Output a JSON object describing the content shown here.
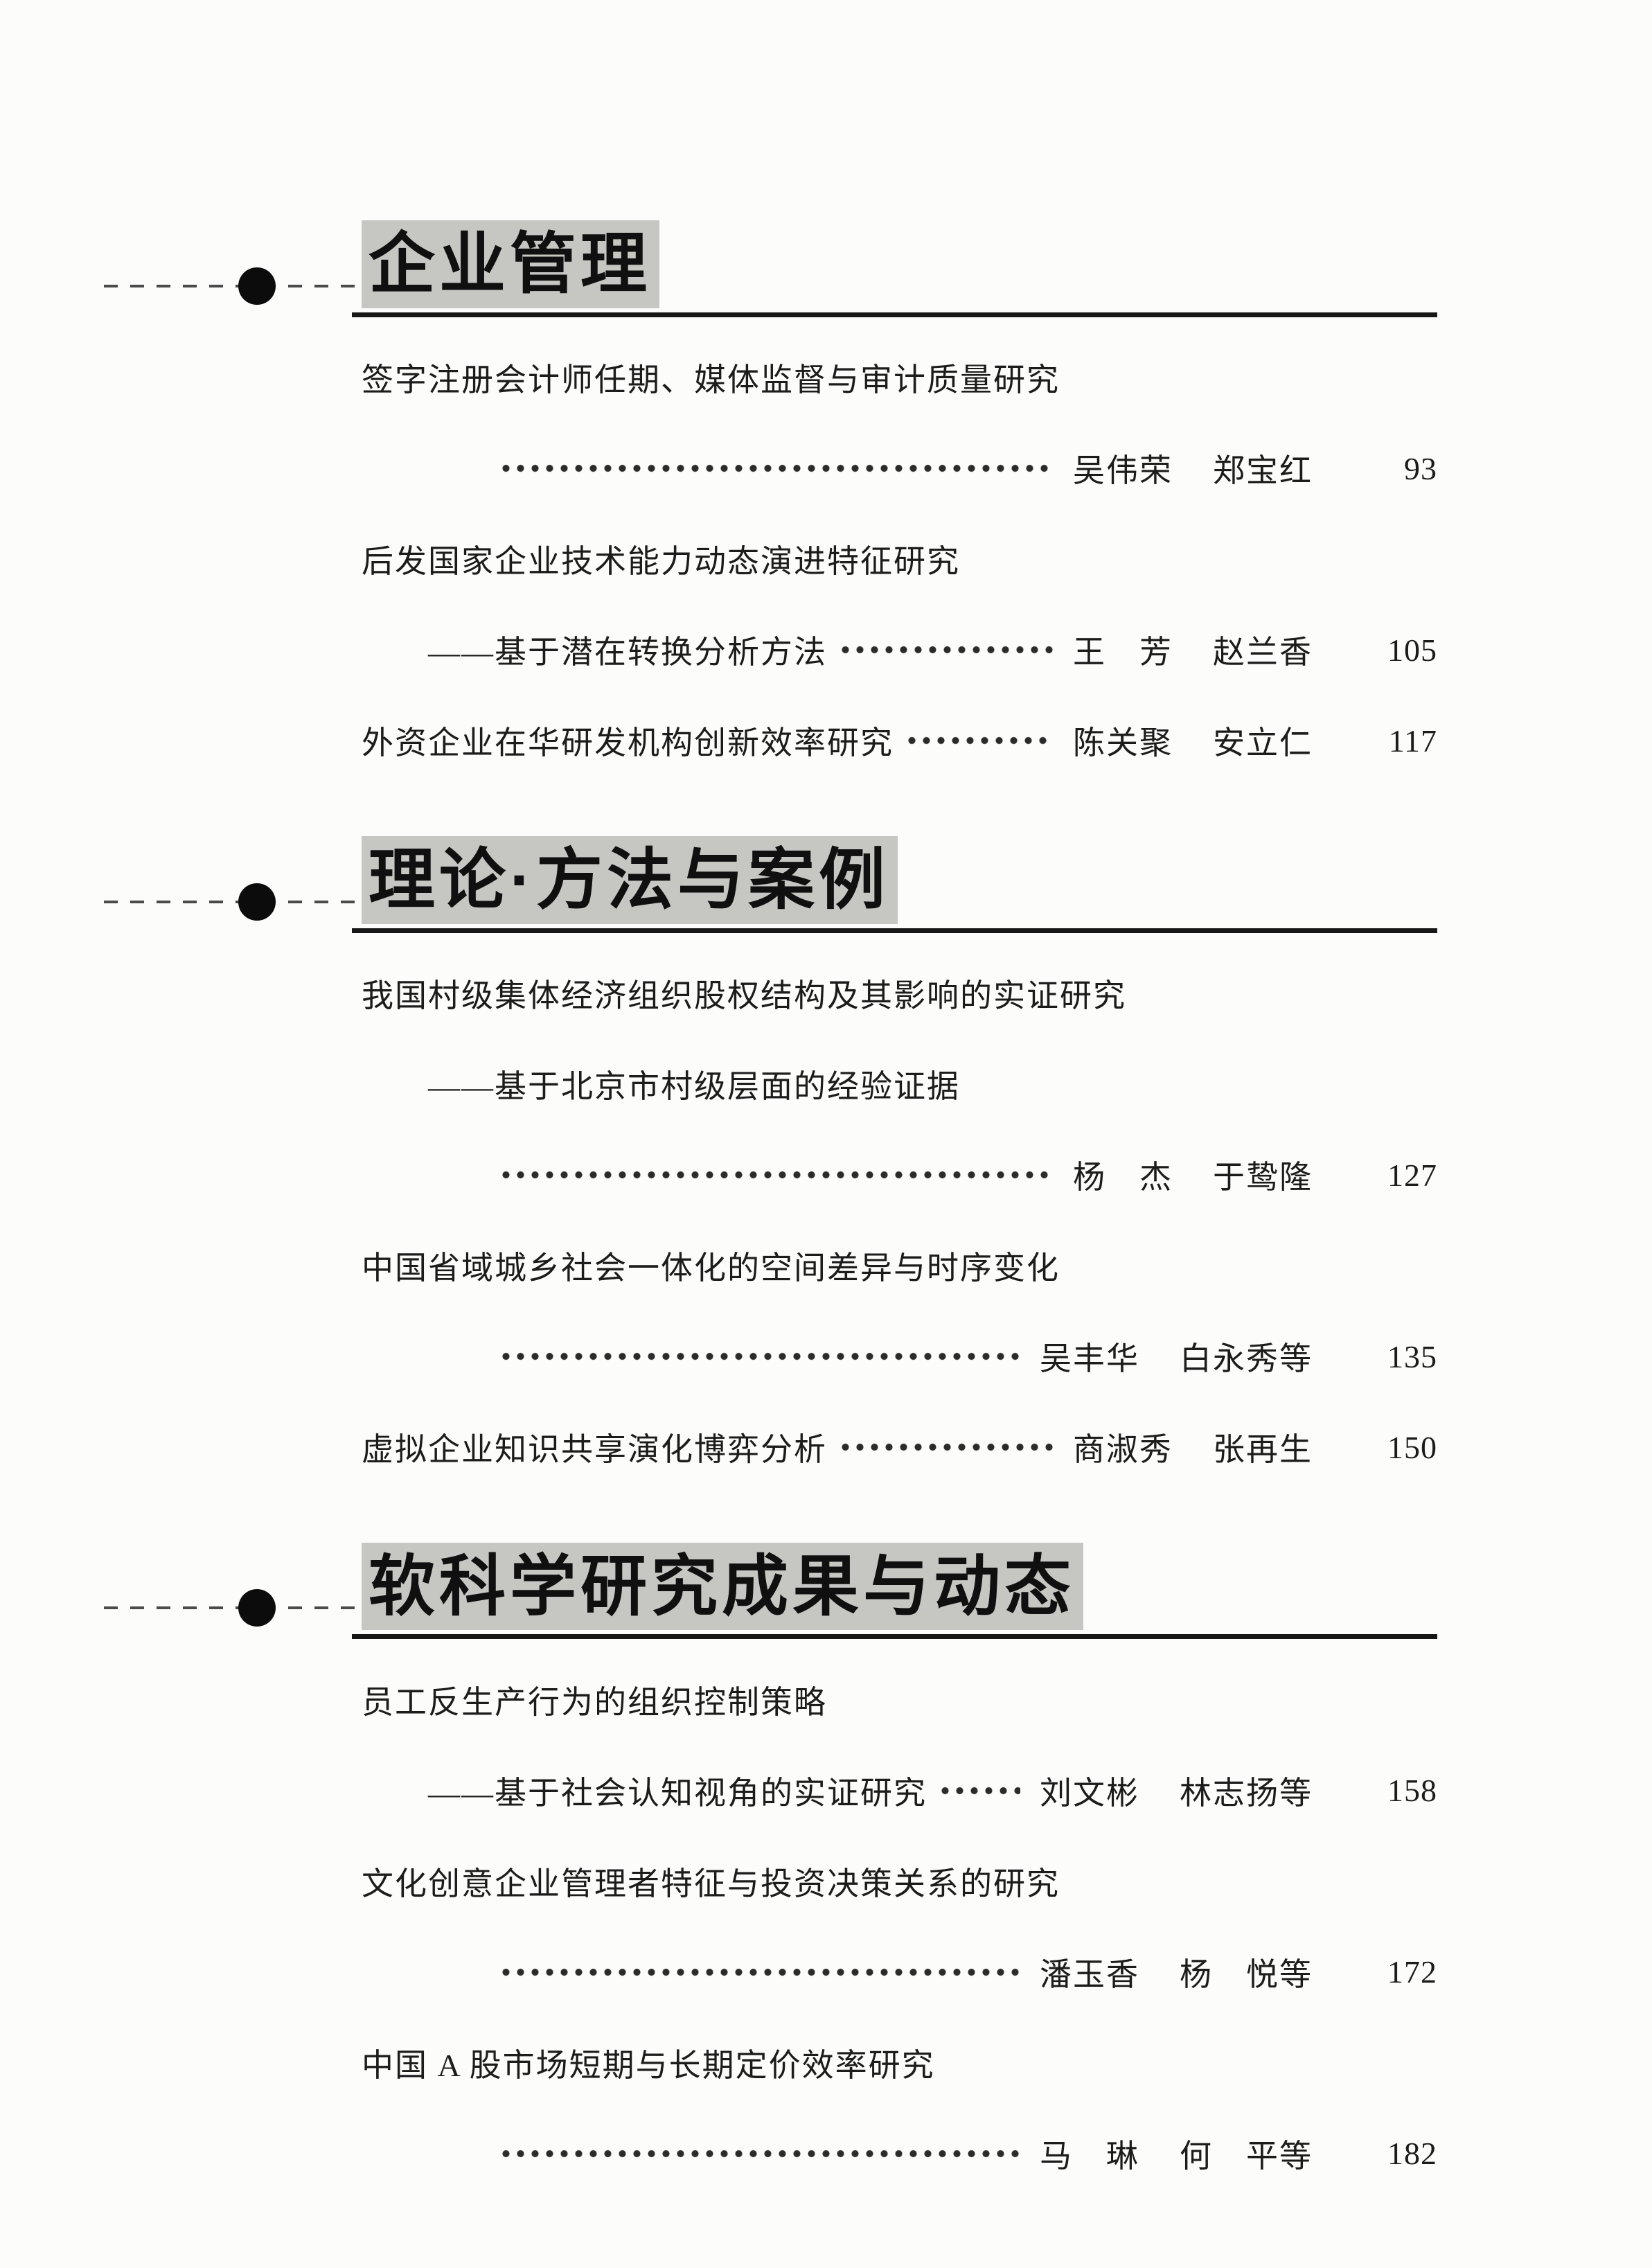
{
  "colors": {
    "page_background": "#fcfcfb",
    "header_highlight": "#c6c6c3",
    "rule": "#171717",
    "text": "#1c1c1c"
  },
  "sections": [
    {
      "title": "企业管理",
      "entries": [
        {
          "lines": [
            {
              "kind": "title",
              "text": "签字注册会计师任期、媒体监督与审计质量研究"
            },
            {
              "kind": "leader",
              "leader": true,
              "authors": [
                "吴伟荣",
                "郑宝红"
              ],
              "page": "93"
            }
          ]
        },
        {
          "lines": [
            {
              "kind": "title",
              "text": "后发国家企业技术能力动态演进特征研究"
            },
            {
              "kind": "subtitle",
              "text": "——基于潜在转换分析方法",
              "leader": true,
              "authors": [
                "王　芳",
                "赵兰香"
              ],
              "page": "105"
            }
          ]
        },
        {
          "lines": [
            {
              "kind": "title",
              "text": "外资企业在华研发机构创新效率研究",
              "leader": true,
              "authors": [
                "陈关聚",
                "安立仁"
              ],
              "page": "117"
            }
          ]
        }
      ]
    },
    {
      "title": "理论·方法与案例",
      "entries": [
        {
          "lines": [
            {
              "kind": "title",
              "text": "我国村级集体经济组织股权结构及其影响的实证研究"
            },
            {
              "kind": "subtitle",
              "text": "——基于北京市村级层面的经验证据"
            },
            {
              "kind": "leader",
              "leader": true,
              "authors": [
                "杨　杰",
                "于鸷隆"
              ],
              "page": "127"
            }
          ]
        },
        {
          "lines": [
            {
              "kind": "title",
              "text": "中国省域城乡社会一体化的空间差异与时序变化"
            },
            {
              "kind": "leader",
              "leader": true,
              "authors": [
                "吴丰华",
                "白永秀等"
              ],
              "page": "135"
            }
          ]
        },
        {
          "lines": [
            {
              "kind": "title",
              "text": "虚拟企业知识共享演化博弈分析",
              "leader": true,
              "authors": [
                "商淑秀",
                "张再生"
              ],
              "page": "150"
            }
          ]
        }
      ]
    },
    {
      "title": "软科学研究成果与动态",
      "entries": [
        {
          "lines": [
            {
              "kind": "title",
              "text": "员工反生产行为的组织控制策略"
            },
            {
              "kind": "subtitle",
              "text": "——基于社会认知视角的实证研究",
              "leader": true,
              "authors": [
                "刘文彬",
                "林志扬等"
              ],
              "page": "158"
            }
          ]
        },
        {
          "lines": [
            {
              "kind": "title",
              "text": "文化创意企业管理者特征与投资决策关系的研究"
            },
            {
              "kind": "leader",
              "leader": true,
              "authors": [
                "潘玉香",
                "杨　悦等"
              ],
              "page": "172"
            }
          ]
        },
        {
          "lines": [
            {
              "kind": "title",
              "text": "中国 A 股市场短期与长期定价效率研究"
            },
            {
              "kind": "leader",
              "leader": true,
              "authors": [
                "马　琳",
                "何　平等"
              ],
              "page": "182"
            }
          ]
        }
      ]
    }
  ]
}
